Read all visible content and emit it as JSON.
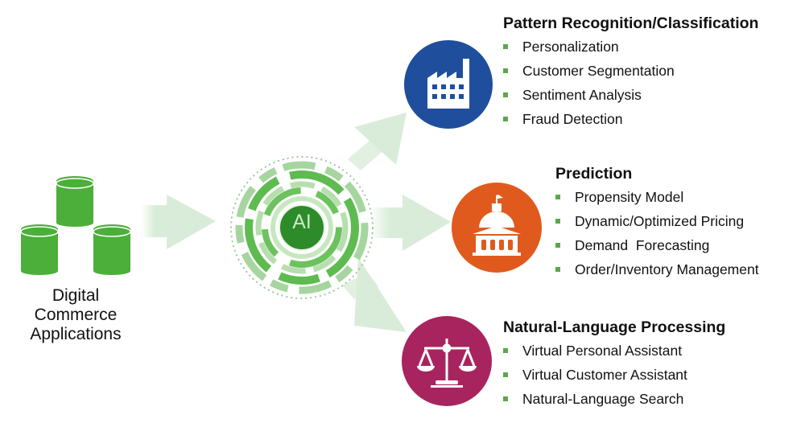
{
  "source": {
    "icon": "database-stack-icon",
    "color": "#4caf3a",
    "label_lines": [
      "Digital",
      "Commerce",
      "Applications"
    ]
  },
  "hub": {
    "label": "AI",
    "color": "#2e8b2a",
    "ring_color": "#5dbb4f"
  },
  "arrows": {
    "color": "#d9ecd9"
  },
  "groups": [
    {
      "title": "Pattern Recognition/Classification",
      "icon": "factory-icon",
      "color": "#1f4e9c",
      "items": [
        "Personalization",
        "Customer Segmentation",
        "Sentiment Analysis",
        "Fraud Detection"
      ]
    },
    {
      "title": "Prediction",
      "icon": "capitol-building-icon",
      "color": "#e05a1e",
      "items": [
        "Propensity Model",
        "Dynamic/Optimized Pricing",
        "Demand  Forecasting",
        "Order/Inventory Management"
      ]
    },
    {
      "title": "Natural-Language Processing",
      "icon": "scales-of-justice-icon",
      "color": "#a8245e",
      "items": [
        "Virtual Personal Assistant",
        "Virtual Customer Assistant",
        "Natural-Language Search"
      ]
    }
  ],
  "bullet_color": "#5aa84a"
}
